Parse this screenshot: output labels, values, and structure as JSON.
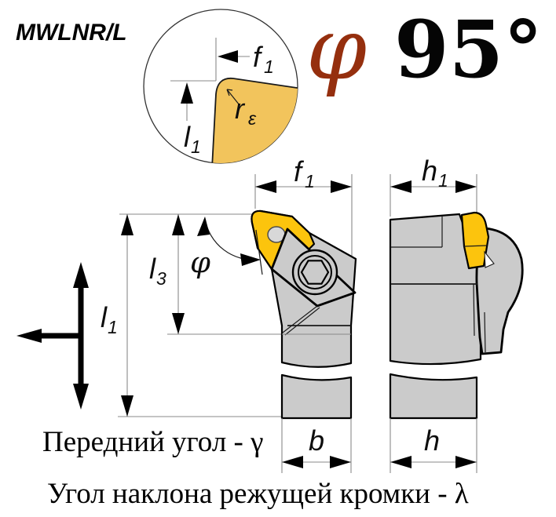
{
  "title": "MWLNR/L",
  "colors": {
    "insert_yellow": "#FCC40D",
    "detail_yellow": "#F2C45C",
    "body_gray": "#CBCBCB",
    "phi_red": "#952F0E",
    "outline": "#000000",
    "dim_gray": "#8A8A8A"
  },
  "header": {
    "phi_symbol": "φ",
    "angle_value": "95°"
  },
  "detail_view": {
    "f_base": "f",
    "f_sub": "1",
    "l_base": "l",
    "l_sub": "1",
    "r_base": "r",
    "r_sub": "ε"
  },
  "front_view": {
    "f1_base": "f",
    "f1_sub": "1",
    "l3_base": "l",
    "l3_sub": "3",
    "l1_base": "l",
    "l1_sub": "1",
    "phi_label": "φ",
    "b_label": "b"
  },
  "side_view": {
    "h1_base": "h",
    "h1_sub": "1",
    "h_label": "h"
  },
  "notes": {
    "line1": "Передний угол - γ",
    "line2": "Угол наклона режущей кромки - λ"
  }
}
